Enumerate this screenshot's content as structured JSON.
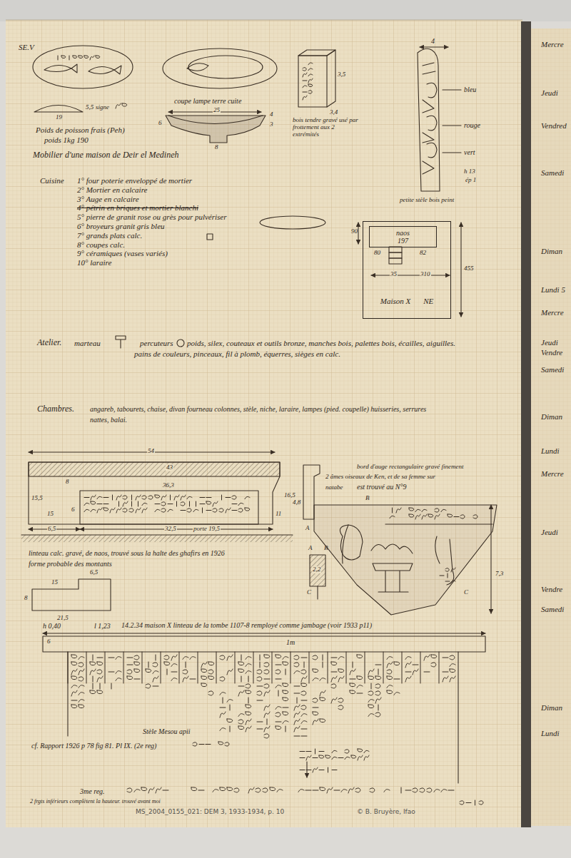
{
  "diagram": {
    "nodes": [
      {
        "text": [
          "Maison X",
          "NE"
        ]
      },
      {
        "text": [
          "naos",
          "197"
        ],
        "in": 0
      }
    ],
    "labels": [
      "SE.V",
      "19",
      "5,5",
      "signe",
      "Poids de poisson frais (Peh)",
      "poids 1kg 190",
      "Mobilier d'une maison de Deir el Medineh",
      "coupe lampe terre cuite",
      "25",
      "6",
      "4",
      "8",
      "3",
      "3,5",
      "3,4",
      "bois tendre gravé usé par frottement aux 2 extrémités",
      "4",
      "bleu",
      "rouge",
      "vert",
      "h 13",
      "ép 1",
      "petite stèle bois peint",
      "Cuisine",
      "1° four poterie enveloppé de mortier",
      "2° Mortier en calcaire",
      "3° Auge en calcaire",
      "4° pétrin en briques et mortier blanchi",
      "5° pierre de granit rose ou grès pour pulvériser",
      "6° broyeurs granit gris bleu",
      "7° grands plats calc.",
      "8° coupes calc.",
      "9° céramiques (vases variés)",
      "10° laraire",
      "90",
      "80",
      "82",
      "35",
      "310",
      "455",
      "Atelier.",
      "marteau",
      "percuteurs",
      "poids, silex, couteaux et outils bronze, manches bois, palettes bois, écailles, aiguilles.",
      "pains de couleurs, pinceaux, fil à plomb, équerres, sièges en calc.",
      "Chambres.",
      "angareb, tabourets, chaise, divan fourneau colonnes, stèle, niche, laraire, lampes (pied. coupelle) huisseries, serrures",
      "nattes, balai.",
      "54",
      "43",
      "8",
      "36,3",
      "16,5",
      "15,5",
      "6",
      "15",
      "11",
      "6,5",
      "32,5",
      "porte 19,5",
      "4,8",
      "linteau calc. gravé, de naos, trouvé sous la halte des ghafirs en 1926",
      "forme probable des montants",
      "8",
      "15",
      "6,5",
      "21,5",
      "bord d'auge rectangulaire gravé finement",
      "2 âmes oiseaux de Ken, et de sa femme sur",
      "natabe",
      "est trouvé au N°9",
      "B",
      "A",
      "A",
      "B",
      "2,2",
      "C",
      "C",
      "7,3",
      "14.2.34 maison X linteau de la tombe 1107-8 remployé comme jambage (voir 1933 p11)",
      "h 0,40",
      "l 1,23",
      "6",
      "1m",
      "Stèle Mesou apii",
      "cf. Rapport 1926 p 78 fig 81. Pl IX. (2e reg)",
      "3me reg.",
      "2 frgts inférieurs complètent la hauteur. trouvé avant moi",
      "MS_2004_0155_021: DEM 3, 1933-1934, p. 10",
      "© B. Bruyère, Ifao",
      "Mercre",
      "Jeudi",
      "Vendred",
      "Samedi",
      "Diman",
      "Lundi 5",
      "Mercre",
      "Jeudi",
      "Vendre",
      "Samedi",
      "Diman",
      "Lundi",
      "Mercre",
      "Jeudi",
      "Vendre",
      "Samedi",
      "Diman",
      "Lundi"
    ]
  }
}
